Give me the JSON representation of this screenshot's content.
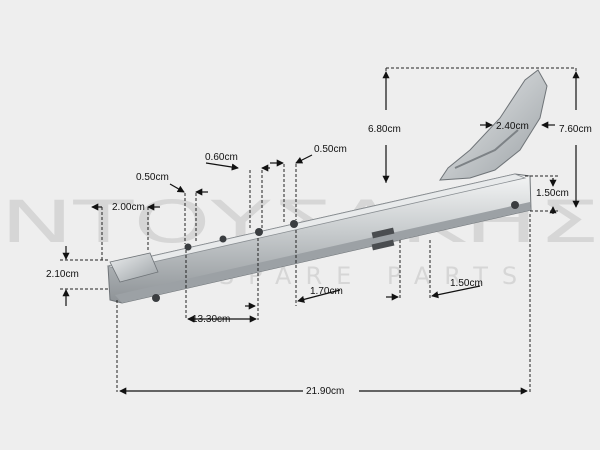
{
  "watermark": {
    "brand": "ΝΤΟΥΣΑΚΗΣ",
    "tagline": "SPARE PARTS"
  },
  "dimensions": {
    "width_total": "21.90cm",
    "left_end_height": "2.10cm",
    "left_hole_offset": "2.00cm",
    "hole_pitch_a": "0.50cm",
    "hole_diameter": "0.60cm",
    "hole_pitch_b": "0.50cm",
    "hole_span": "13.30cm",
    "slot_spacing": "1.70cm",
    "slot_width": "1.50cm",
    "right_end_height": "1.50cm",
    "hook_rise": "6.80cm",
    "hook_width": "2.40cm",
    "overall_height": "7.60cm"
  },
  "colors": {
    "background": "#eeeeee",
    "metal_light": "#d9dcdd",
    "metal_dark": "#8d9296",
    "watermark": "#d6d6d6",
    "annotation": "#111111"
  }
}
